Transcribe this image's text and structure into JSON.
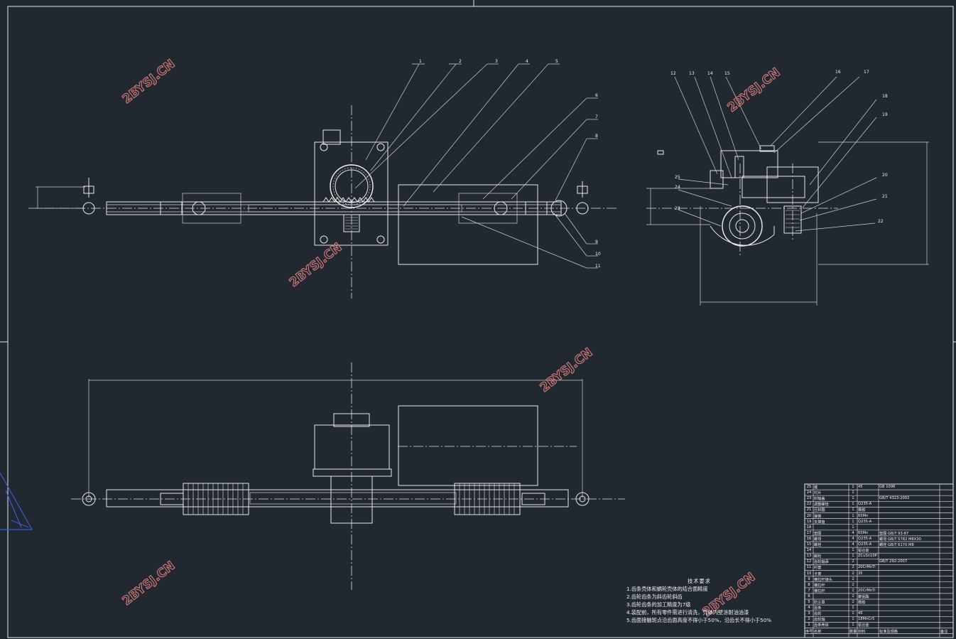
{
  "watermark": "2BYSJ.CN",
  "balloons_front": [
    "1",
    "2",
    "3",
    "4",
    "5",
    "6",
    "7",
    "8",
    "9",
    "10",
    "11"
  ],
  "balloons_side": [
    "12",
    "13",
    "14",
    "15",
    "16",
    "17",
    "18",
    "19",
    "20",
    "21",
    "22",
    "23",
    "24",
    "25"
  ],
  "tech_requirements": {
    "title": "技术要求",
    "items": [
      "1.齿条壳体和蜗轮壳体的结合面精度",
      "2.齿轮齿条为斜齿轮斜齿",
      "3.齿轮齿条的加工精度为7级",
      "4.装配前，所有零件需进行清洗，壳体内壁涂耐油油漆",
      "5.齿面接触斑点沿齿面高度不得小于50%，沿齿长不得小于50%"
    ]
  },
  "bom": {
    "rows": [
      {
        "no": "25",
        "name": "键",
        "qty": "1",
        "mat": "45",
        "note": "GB 1096"
      },
      {
        "no": "24",
        "name": "衬片",
        "qty": "1",
        "mat": "",
        "note": ""
      },
      {
        "no": "23",
        "name": "封轴盖",
        "qty": "1",
        "mat": "",
        "note": "GB/T 4323-2002"
      },
      {
        "no": "22",
        "name": "调整螺栓",
        "qty": "1",
        "mat": "Q235-A",
        "note": ""
      },
      {
        "no": "21",
        "name": "压封圈",
        "qty": "1",
        "mat": "橡胶",
        "note": ""
      },
      {
        "no": "20",
        "name": "弹簧",
        "qty": "1",
        "mat": "65Mn",
        "note": ""
      },
      {
        "no": "19",
        "name": "支撑盘",
        "qty": "1",
        "mat": "Q235-A",
        "note": ""
      },
      {
        "no": "18",
        "name": "",
        "qty": "1",
        "mat": "",
        "note": ""
      },
      {
        "no": "17",
        "name": "垫圈",
        "qty": "4",
        "mat": "65Mn",
        "note": "垫圈 GB/T 93-87"
      },
      {
        "no": "16",
        "name": "螺母",
        "qty": "4",
        "mat": "Q235-A",
        "note": "螺母 GB/T 5782 M8X30"
      },
      {
        "no": "15",
        "name": "螺栓",
        "qty": "4",
        "mat": "Q235-A",
        "note": "螺栓 GB/T 6170 M8"
      },
      {
        "no": "14",
        "name": "",
        "qty": "1",
        "mat": "铝合金",
        "note": ""
      },
      {
        "no": "13",
        "name": "蜗轮",
        "qty": "1",
        "mat": "ZCuSn10P1",
        "note": ""
      },
      {
        "no": "12",
        "name": "齿轮轴承",
        "qty": "2",
        "mat": "",
        "note": "GB/T 292-2007"
      },
      {
        "no": "11",
        "name": "衬套",
        "qty": "2",
        "mat": "20CrMnTi",
        "note": ""
      },
      {
        "no": "10",
        "name": "卡簧",
        "qty": "2",
        "mat": "35",
        "note": ""
      },
      {
        "no": "9",
        "name": "横拉杆接头",
        "qty": "2",
        "mat": "",
        "note": ""
      },
      {
        "no": "8",
        "name": "横拉杆",
        "qty": "2",
        "mat": "",
        "note": ""
      },
      {
        "no": "7",
        "name": "横拉杆",
        "qty": "2",
        "mat": "20CrMnTi",
        "note": ""
      },
      {
        "no": "6",
        "name": "",
        "qty": "2",
        "mat": "聚氨酯",
        "note": ""
      },
      {
        "no": "5",
        "name": "防尘罩",
        "qty": "2",
        "mat": "橡胶",
        "note": ""
      },
      {
        "no": "4",
        "name": "齿条",
        "qty": "1",
        "mat": "",
        "note": ""
      },
      {
        "no": "3",
        "name": "齿轮",
        "qty": "1",
        "mat": "45",
        "note": ""
      },
      {
        "no": "2",
        "name": "齿轮轴",
        "qty": "1",
        "mat": "18MnCr5",
        "note": ""
      },
      {
        "no": "1",
        "name": "齿条壳体",
        "qty": "1",
        "mat": "铝合金",
        "note": ""
      }
    ],
    "header": {
      "no": "序号",
      "name": "名称",
      "qty": "数量",
      "mat": "材料",
      "note": "标准及规格",
      "remark": "备注"
    }
  }
}
